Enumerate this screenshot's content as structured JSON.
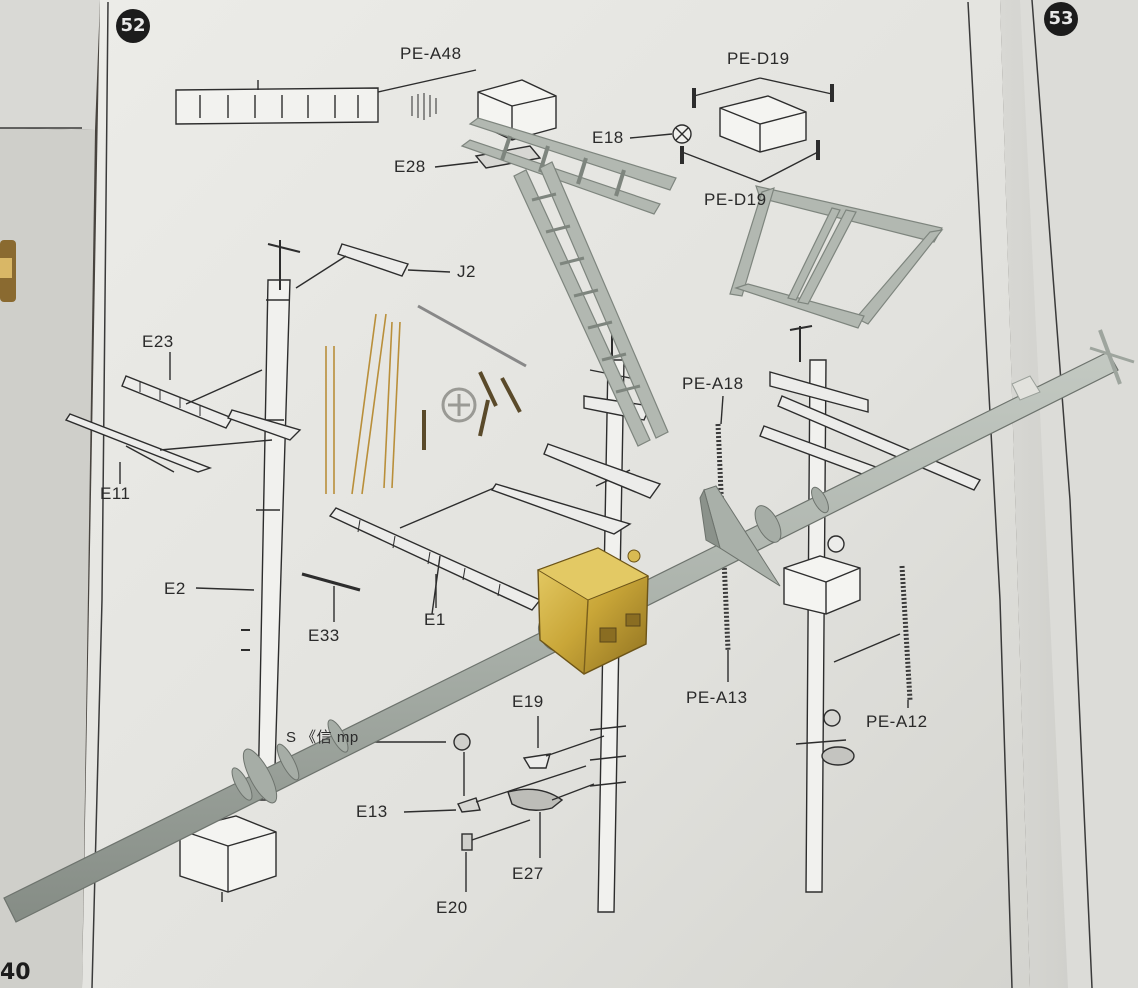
{
  "steps": {
    "main": "52",
    "next": "53"
  },
  "page_number": "40",
  "labels": {
    "pe_a48": "PE-A48",
    "pe_d19_top": "PE-D19",
    "pe_d19_bottom": "PE-D19",
    "e18": "E18",
    "e28": "E28",
    "j2": "J2",
    "e23": "E23",
    "e11": "E11",
    "e2": "E2",
    "e33": "E33",
    "e1": "E1",
    "pe_a18": "PE-A18",
    "pe_a13": "PE-A13",
    "pe_a12": "PE-A12",
    "e19": "E19",
    "e13": "E13",
    "e20": "E20",
    "e27": "E27",
    "searchlamp": "S 《信   mp"
  },
  "colors": {
    "paper": "#e6e6e2",
    "table": "#4a4642",
    "plastic": "#a9b0a9",
    "brass": "#c9a638",
    "ink": "#2a2a2a"
  }
}
